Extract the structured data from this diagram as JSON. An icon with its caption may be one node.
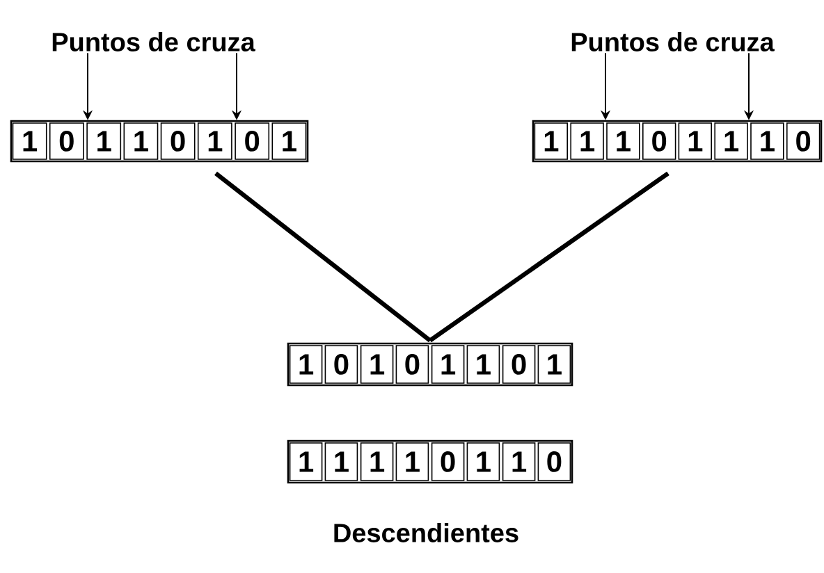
{
  "diagram": {
    "nodes": [
      {
        "text": [
          "Puntos de cruza"
        ]
      },
      {
        "text": [],
        "shape": "box"
      },
      {
        "text": [
          "1"
        ],
        "in": 1
      },
      {
        "text": [
          "0"
        ],
        "in": 1
      },
      {
        "text": [
          "1"
        ],
        "in": 1
      },
      {
        "text": [
          "1"
        ],
        "in": 1
      },
      {
        "text": [
          "0"
        ],
        "in": 1
      },
      {
        "text": [
          "1"
        ],
        "in": 1
      },
      {
        "text": [
          "0"
        ],
        "in": 1
      },
      {
        "text": [
          "1"
        ],
        "in": 1
      },
      {
        "text": [
          "Puntos de cruza"
        ]
      },
      {
        "text": [],
        "shape": "box"
      },
      {
        "text": [
          "1"
        ],
        "in": 11
      },
      {
        "text": [
          "1"
        ],
        "in": 11
      },
      {
        "text": [
          "1"
        ],
        "in": 11
      },
      {
        "text": [
          "0"
        ],
        "in": 11
      },
      {
        "text": [
          "1"
        ],
        "in": 11
      },
      {
        "text": [
          "1"
        ],
        "in": 11
      },
      {
        "text": [
          "1"
        ],
        "in": 11
      },
      {
        "text": [
          "0"
        ],
        "in": 11
      },
      {
        "text": [],
        "shape": "box"
      },
      {
        "text": [
          "1"
        ],
        "in": 20
      },
      {
        "text": [
          "0"
        ],
        "in": 20
      },
      {
        "text": [
          "1"
        ],
        "in": 20
      },
      {
        "text": [
          "0"
        ],
        "in": 20
      },
      {
        "text": [
          "1"
        ],
        "in": 20
      },
      {
        "text": [
          "1"
        ],
        "in": 20
      },
      {
        "text": [
          "0"
        ],
        "in": 20
      },
      {
        "text": [
          "1"
        ],
        "in": 20
      },
      {
        "text": [],
        "shape": "box"
      },
      {
        "text": [
          "1"
        ],
        "in": 29
      },
      {
        "text": [
          "1"
        ],
        "in": 29
      },
      {
        "text": [
          "1"
        ],
        "in": 29
      },
      {
        "text": [
          "1"
        ],
        "in": 29
      },
      {
        "text": [
          "0"
        ],
        "in": 29
      },
      {
        "text": [
          "1"
        ],
        "in": 29
      },
      {
        "text": [
          "1"
        ],
        "in": 29
      },
      {
        "text": [
          "0"
        ],
        "in": 29
      }
    ],
    "edges": [
      {
        "from": 0,
        "to": 1,
        "arrow": "to"
      },
      {
        "from": 0,
        "to": 1,
        "arrow": "to"
      },
      {
        "from": 10,
        "to": 11,
        "arrow": "to"
      },
      {
        "from": 10,
        "to": 11,
        "arrow": "to"
      },
      {
        "from": 1,
        "to": 20,
        "arrow": "none",
        "style": "thick"
      },
      {
        "from": 11,
        "to": 20,
        "arrow": "none",
        "style": "thick"
      }
    ],
    "labels": [
      "Descendientes"
    ]
  }
}
